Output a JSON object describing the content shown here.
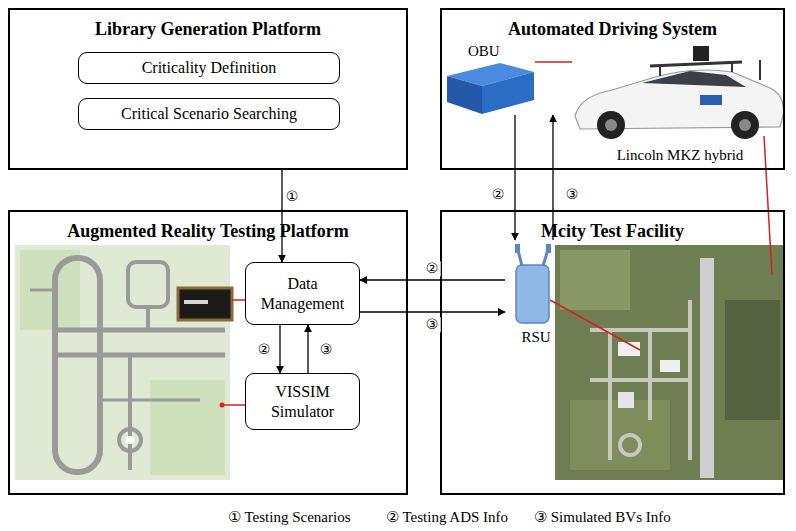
{
  "diagram": {
    "nodes": [
      {
        "text": [
          "Library Generation Platform"
        ]
      },
      {
        "text": [
          "Criticality Definition"
        ],
        "in": 0
      },
      {
        "text": [
          "Critical Scenario Searching"
        ],
        "in": 0
      },
      {
        "text": [
          "Automated Driving System"
        ]
      },
      {
        "text": [
          "OBU"
        ],
        "in": 3
      },
      {
        "text": [
          "Augmented Reality Testing Platform"
        ]
      },
      {
        "text": [
          "Data Management"
        ],
        "in": 5
      },
      {
        "text": [
          "VISSIM Simulator"
        ],
        "in": 5
      },
      {
        "text": [
          "Mcity Test Facility"
        ]
      },
      {
        "text": [
          "RSU"
        ],
        "in": 8
      }
    ],
    "edges": [
      {
        "from": 0,
        "to": 6,
        "label": "①",
        "arrow": "to"
      },
      {
        "from": 9,
        "to": 6,
        "label": "②",
        "arrow": "to"
      },
      {
        "from": 6,
        "to": 9,
        "label": "③",
        "arrow": "to"
      },
      {
        "from": 6,
        "to": 7,
        "label": "②",
        "arrow": "to"
      },
      {
        "from": 7,
        "to": 6,
        "label": "③",
        "arrow": "to"
      },
      {
        "from": 4,
        "to": 9,
        "label": "②",
        "arrow": "to"
      },
      {
        "from": 9,
        "to": 4,
        "label": "③",
        "arrow": "to"
      }
    ],
    "labels": [
      "Lincoln MKZ hybrid"
    ],
    "legend": [
      {
        "text": "① Testing Scenarios"
      },
      {
        "text": "② Testing ADS Info"
      },
      {
        "text": "③ Simulated BVs Info"
      }
    ]
  }
}
